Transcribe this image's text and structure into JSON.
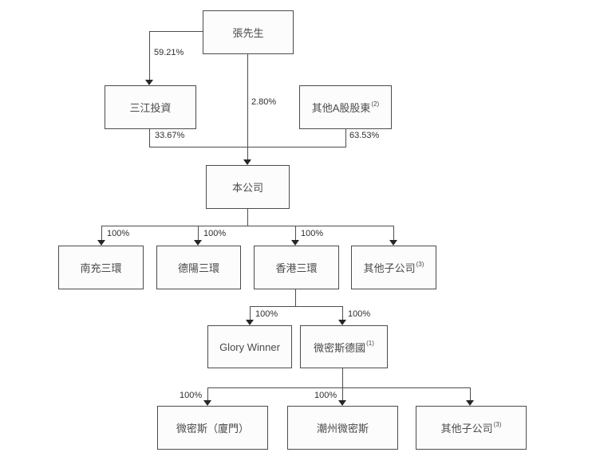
{
  "diagram": {
    "type": "corporate-shareholding-structure",
    "nodes": {
      "mr_zhang": {
        "label": "張先生"
      },
      "sanjiang_investment": {
        "label": "三江投資"
      },
      "other_a_shareholders": {
        "label": "其他A股股東",
        "sup": "(2)"
      },
      "the_company": {
        "label": "本公司"
      },
      "nanchong_sanhuan": {
        "label": "南充三環"
      },
      "deyang_sanhuan": {
        "label": "德陽三環"
      },
      "hongkong_sanhuan": {
        "label": "香港三環"
      },
      "other_subsidiaries_mid": {
        "label": "其他子公司",
        "sup": "(3)"
      },
      "glory_winner": {
        "label": "Glory Winner"
      },
      "weimisi_germany": {
        "label": "微密斯德國",
        "sup": "(1)"
      },
      "weimisi_xiamen": {
        "label": "微密斯（廈門）"
      },
      "chaozhou_weimisi": {
        "label": "潮州微密斯"
      },
      "other_subsidiaries_bottom": {
        "label": "其他子公司",
        "sup": "(3)"
      }
    },
    "ownership_labels": {
      "zhang_to_sanjiang": "59.21%",
      "zhang_to_company": "2.80%",
      "sanjiang_to_company": "33.67%",
      "other_a_to_company": "63.53%",
      "company_to_nanchong": "100%",
      "company_to_deyang": "100%",
      "company_to_hongkong": "100%",
      "hongkong_to_glory_winner": "100%",
      "hongkong_to_weimisi_germany": "100%",
      "germany_to_weimisi_xiamen": "100%",
      "germany_to_chaozhou_weimisi": "100%"
    },
    "colors": {
      "background": "#ffffff",
      "box_border": "#4c4c4c",
      "box_fill": "#fcfcfc",
      "line": "#4d4d4d",
      "arrow": "#262626",
      "box_text": "#4a4a4a",
      "label_text": "#2e2e2e"
    }
  }
}
